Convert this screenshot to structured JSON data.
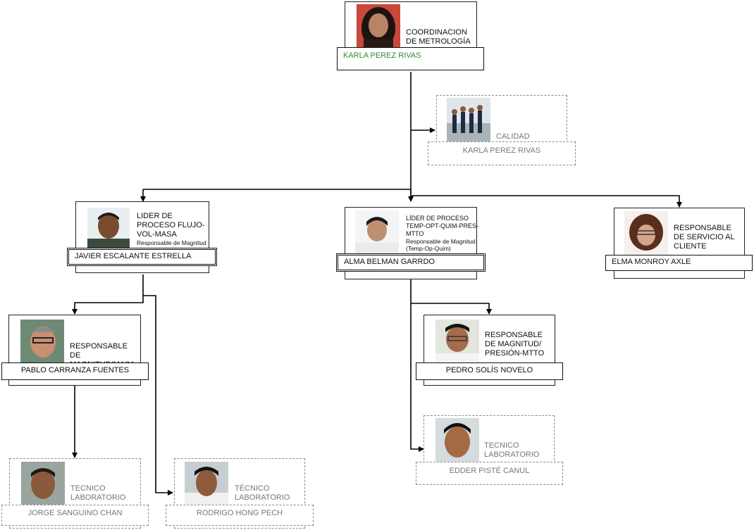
{
  "nodes": {
    "coordinacion": {
      "title": "COORDINACION DE METROLOGÍA",
      "name": "KARLA PEREZ RIVAS"
    },
    "calidad": {
      "title": "CALIDAD",
      "name": "KARLA PEREZ RIVAS"
    },
    "lider_flujo": {
      "title": "LIDER DE PROCESO FLUJO-VOL-MASA",
      "subtitle": "Responsable de Magnitud (Flujo-Vol)",
      "name": "JAVIER ESCALANTE ESTRELLA"
    },
    "lider_temp": {
      "title": "LÍDER DE PROCESO TEMP-OPT-QUIM-PRES-MTTO",
      "subtitle": "Responsable de Magnitud (Temp-Op-Quim)",
      "name": "ALMA BELMAN GARRDO"
    },
    "servicio": {
      "title": "RESPONSABLE DE SERVICIO AL CLIENTE",
      "name": "ELMA MONROY AXLE"
    },
    "masa": {
      "title": "RESPONSABLE DE MAGNITUD/MASA",
      "name": "PABLO CARRANZA FUENTES"
    },
    "presion": {
      "title": "RESPONSABLE DE MAGNITUD/ PRESIÓN-MTTO",
      "name": "PEDRO SOLÍS NOVELO"
    },
    "tecnico1": {
      "title": "TECNICO LABORATORIO",
      "name": "JORGE SANGUINO CHAN"
    },
    "tecnico2": {
      "title": "TÉCNICO LABORATORIO",
      "name": "RODRIGO HONG PECH"
    },
    "tecnico3": {
      "title": "TECNICO LABORATORIO",
      "name": "EDDER PISTÉ CANUL"
    }
  },
  "colors": {
    "line": "#000000",
    "dashed_border": "#8a8a8a",
    "green_name": "#2e8b2e",
    "faded_text": "#777777"
  }
}
